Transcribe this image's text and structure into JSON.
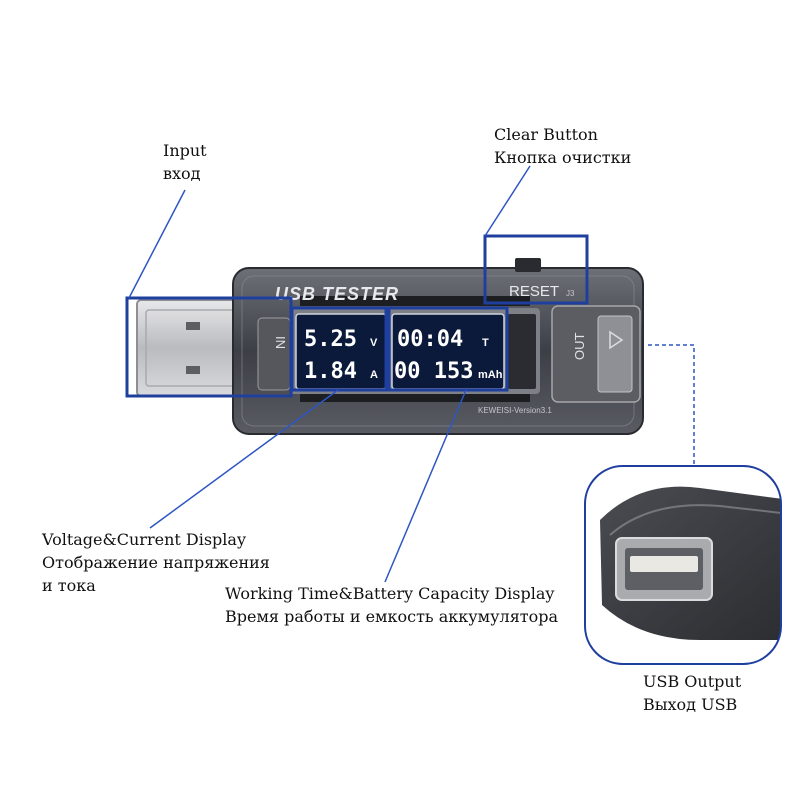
{
  "callouts": {
    "input": {
      "en": "Input",
      "ru": "вход"
    },
    "clear": {
      "en": "Clear Button",
      "ru": "Кнопка очистки"
    },
    "voltage": {
      "en": "Voltage&Current Display",
      "ru1": "Отображение напряжения",
      "ru2": "и тока"
    },
    "time": {
      "en": "Working Time&Battery Capacity Display",
      "ru": "Время работы и емкость аккумулятора"
    },
    "output": {
      "en": "USB Output",
      "ru": "Выход USB"
    }
  },
  "device": {
    "title": "USB TESTER",
    "reset_label": "RESET",
    "in_label": "IN",
    "out_label": "OUT",
    "model": "KEWEISI-Version3.1",
    "j_label": "J3"
  },
  "lcd": {
    "voltage": "5.25",
    "voltage_unit": "V",
    "current": "1.84",
    "current_unit": "A",
    "time": "00:04",
    "time_unit": "T",
    "capacity": "00 153",
    "capacity_unit": "mAh"
  },
  "colors": {
    "callout_box": "#1f3f9e",
    "leader_line": "#2e56c4",
    "lcd_background": "#0b1a3a"
  }
}
